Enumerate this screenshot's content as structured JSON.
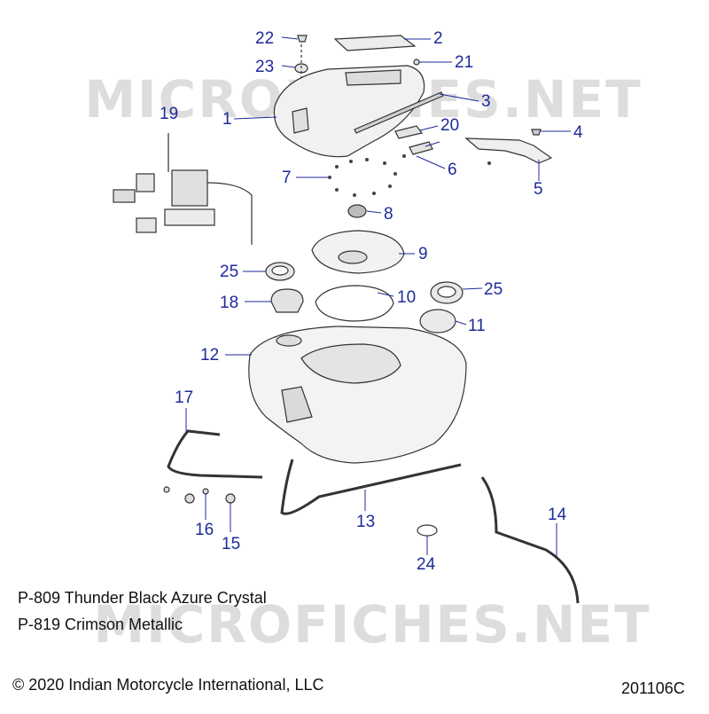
{
  "callouts": [
    {
      "id": "c22",
      "text": "22"
    },
    {
      "id": "c2",
      "text": "2"
    },
    {
      "id": "c23",
      "text": "23"
    },
    {
      "id": "c21",
      "text": "21"
    },
    {
      "id": "c3",
      "text": "3"
    },
    {
      "id": "c1",
      "text": "1"
    },
    {
      "id": "c19",
      "text": "19"
    },
    {
      "id": "c20",
      "text": "20"
    },
    {
      "id": "c4",
      "text": "4"
    },
    {
      "id": "c6",
      "text": "6"
    },
    {
      "id": "c7",
      "text": "7"
    },
    {
      "id": "c5",
      "text": "5"
    },
    {
      "id": "c8",
      "text": "8"
    },
    {
      "id": "c9",
      "text": "9"
    },
    {
      "id": "c25a",
      "text": "25"
    },
    {
      "id": "c10",
      "text": "10"
    },
    {
      "id": "c25b",
      "text": "25"
    },
    {
      "id": "c18",
      "text": "18"
    },
    {
      "id": "c11",
      "text": "11"
    },
    {
      "id": "c12",
      "text": "12"
    },
    {
      "id": "c17",
      "text": "17"
    },
    {
      "id": "c13",
      "text": "13"
    },
    {
      "id": "c14",
      "text": "14"
    },
    {
      "id": "c16",
      "text": "16"
    },
    {
      "id": "c15",
      "text": "15"
    },
    {
      "id": "c24",
      "text": "24"
    }
  ],
  "color_notes": [
    "P-809 Thunder Black Azure Crystal",
    "P-819 Crimson Metallic"
  ],
  "copyright": "© 2020 Indian Motorcycle International, LLC",
  "diagram_code": "201106C",
  "watermark": "MICROFICHES.NET",
  "colors": {
    "callout": "#1e2a9c",
    "line": "#333333",
    "watermark": "#cfcfcf"
  }
}
